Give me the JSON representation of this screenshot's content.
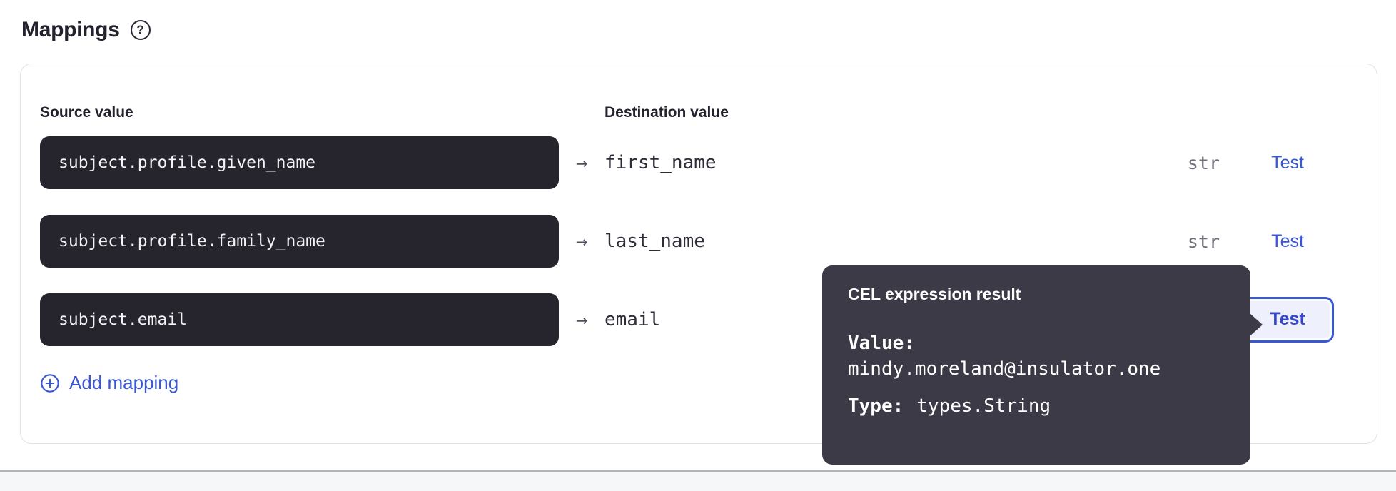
{
  "header": {
    "title": "Mappings"
  },
  "icons": {
    "help": "?",
    "arrow": "→",
    "add": "plus-circle"
  },
  "table": {
    "source_header": "Source value",
    "dest_header": "Destination value",
    "rows": [
      {
        "source": "subject.profile.given_name",
        "destination": "first_name",
        "type": "str",
        "action": "Test"
      },
      {
        "source": "subject.profile.family_name",
        "destination": "last_name",
        "type": "str",
        "action": "Test"
      },
      {
        "source": "subject.email",
        "destination": "email",
        "type": "",
        "action": "Test"
      }
    ],
    "add_mapping_label": "Add mapping"
  },
  "tooltip": {
    "title": "CEL expression result",
    "value_label": "Value:",
    "value": "mindy.moreland@insulator.one",
    "type_label": "Type:",
    "type_value": "types.String"
  },
  "colors": {
    "accent_blue": "#3A57D4",
    "input_bg": "#26242C",
    "tooltip_bg": "#3C3A46",
    "card_border": "#E1E1E6",
    "type_muted": "#716F7C",
    "footer_bg": "#F6F7F9",
    "divider": "#B4B3BC"
  }
}
